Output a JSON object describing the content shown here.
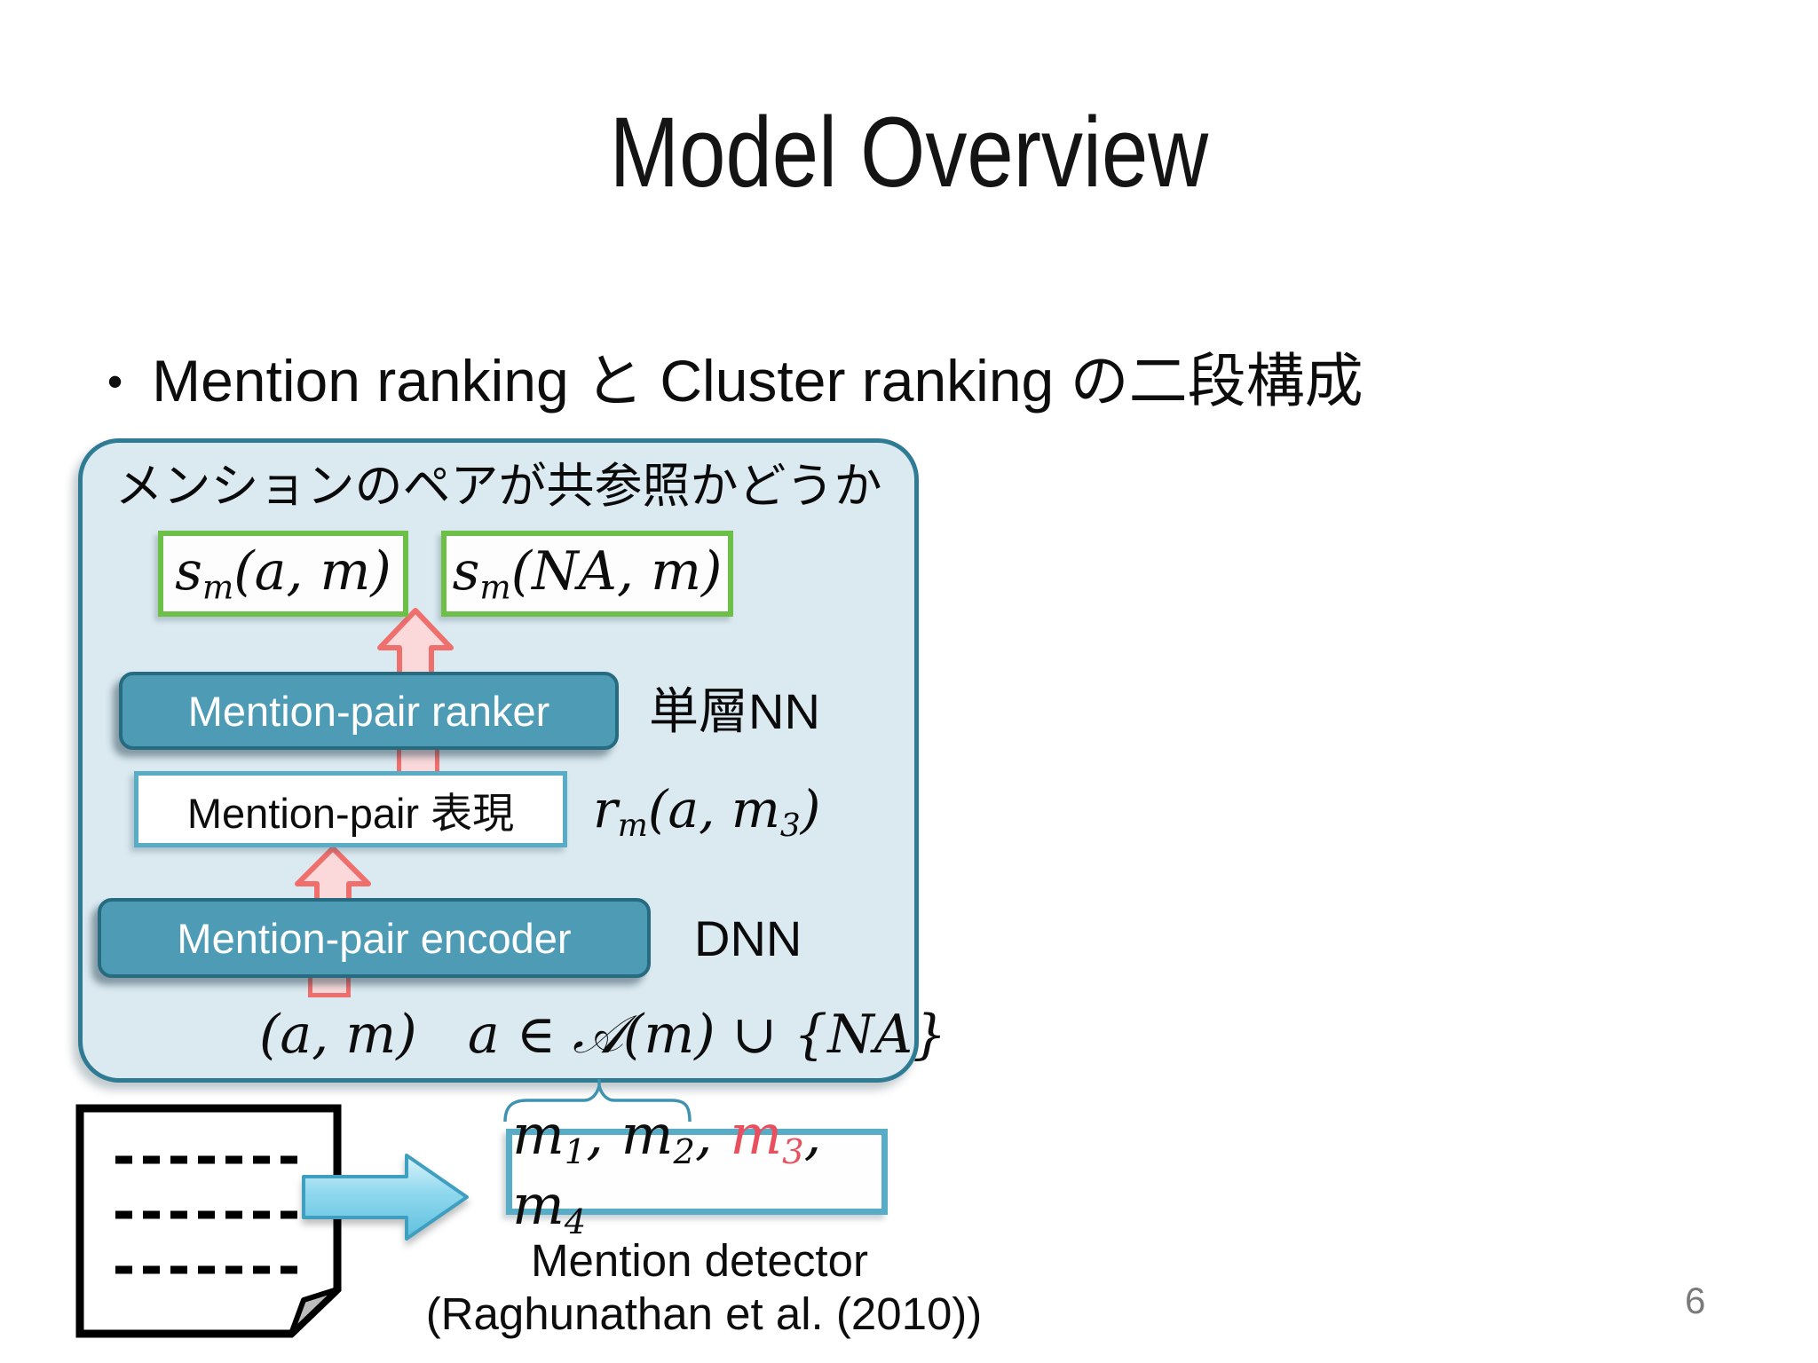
{
  "slide": {
    "title": "Model Overview",
    "bullet": "Mention ranking と Cluster ranking の二段構成",
    "bullet_marker": "•",
    "page_number": "6"
  },
  "panel": {
    "heading": "メンションのペアが共参照かどうか",
    "score_box_left": "s_{m}(a, m)",
    "score_box_right": "s_{m}(NA, m)",
    "ranker_label": "Mention-pair ranker",
    "ranker_note": "単層NN",
    "repr_label": "Mention-pair 表現",
    "repr_note": "r_{m}(a, m_{3})",
    "encoder_label": "Mention-pair encoder",
    "encoder_note": "DNN",
    "input_formula": "(a, m)   a ∈ 𝒜(m) ∪ {NA}"
  },
  "detector": {
    "mentions": "m_{1}, m_{2}, %m_{3}%, m_{4}",
    "caption_line1": "Mention detector",
    "caption_line2": "(Raghunathan et al. (2010))"
  },
  "icons": {
    "up_arrow": "pink-up-arrow",
    "right_arrow": "blue-right-arrow",
    "document": "document-icon",
    "brace": "brace-connector"
  },
  "colors": {
    "panel_fill": "#dbe9f0",
    "panel_border": "#2f7b94",
    "teal_box_fill": "#4e9bb5",
    "teal_box_border": "#276b80",
    "green_border": "#6cbf47",
    "lightblue_border": "#58acc6",
    "pink_arrow_fill": "#fbd9da",
    "pink_arrow_stroke": "#ef6f6d",
    "highlight_red": "#e8505e",
    "blue_arrow_fill": "#8fd8ee",
    "blue_arrow_stroke": "#3f9fc1",
    "page_number_gray": "#7a7a7a"
  }
}
